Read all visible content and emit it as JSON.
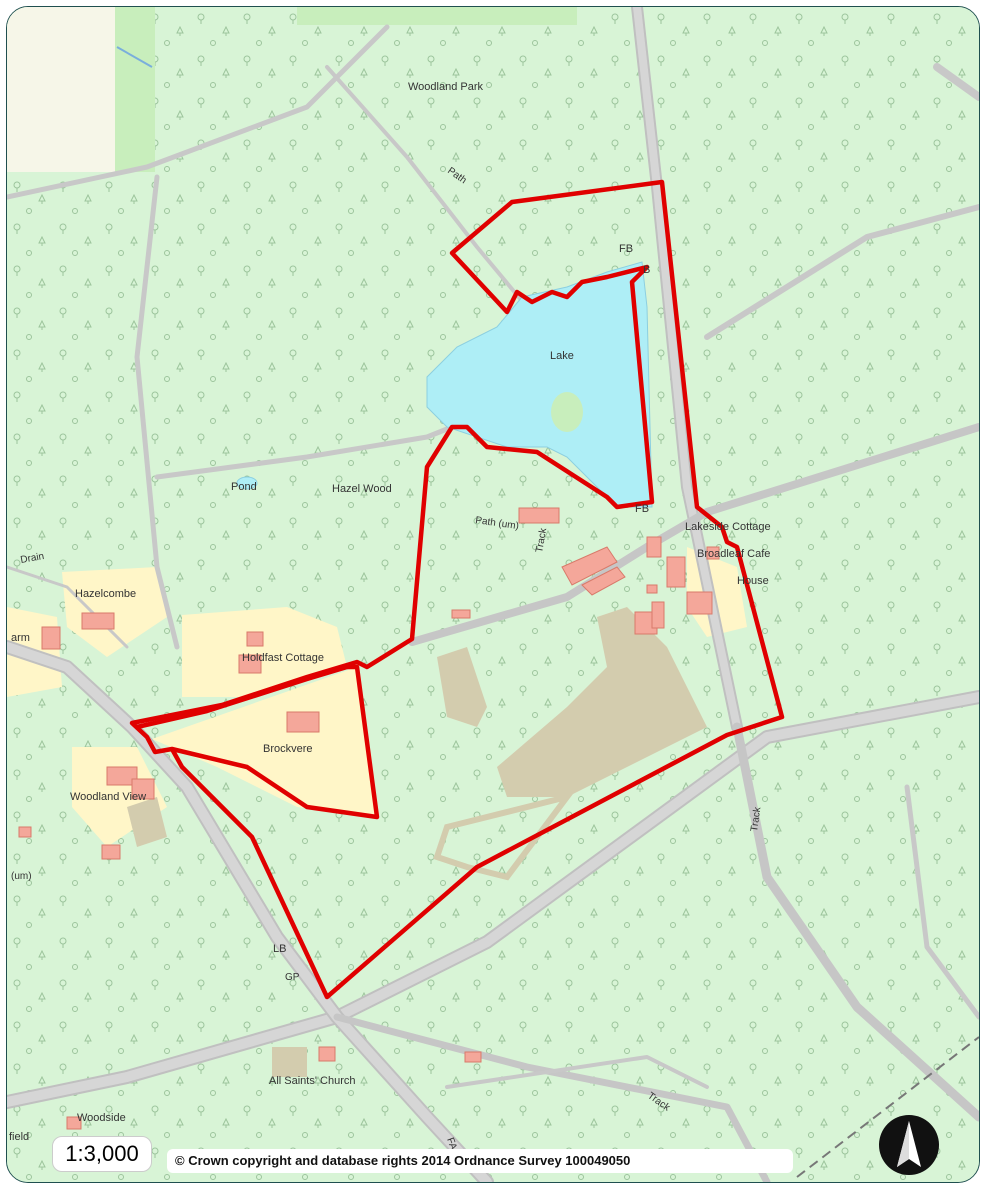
{
  "map": {
    "scale_label": "1:3,000",
    "copyright": "© Crown copyright and database rights 2014 Ordnance Survey 100049050",
    "north_arrow_icon": "north-arrow-icon",
    "boundary_color": "#e00000",
    "water_color": "#aeeef6",
    "woodland_color": "#d8f4d6",
    "road_color": "#c8c8c8",
    "building_color": "#f4a79a",
    "garden_color": "#fff6c8",
    "labels": {
      "woodland_park": "Woodland Park",
      "path_top": "Path",
      "fb_top": "FB",
      "b_top": "B",
      "lake": "Lake",
      "pond": "Pond",
      "hazel_wood": "Hazel Wood",
      "path_um": "Path (um)",
      "track_mid": "Track",
      "fb_mid": "FB",
      "lakeside_cottage": "Lakeside Cottage",
      "broadleaf_cafe": "Broadleaf Cafe",
      "house": "House",
      "drain": "Drain",
      "hazelcombe": "Hazelcombe",
      "farm": "arm",
      "holdfast_cottage": "Holdfast Cottage",
      "brockvere": "Brockvere",
      "woodland_view": "Woodland View",
      "um_left": "(um)",
      "track_right": "Track",
      "lb": "LB",
      "gp": "GP",
      "all_saints": "All Saints' Church",
      "woodside": "Woodside",
      "field": "field",
      "track_bottom": "Track",
      "fair": "FAIR"
    }
  }
}
